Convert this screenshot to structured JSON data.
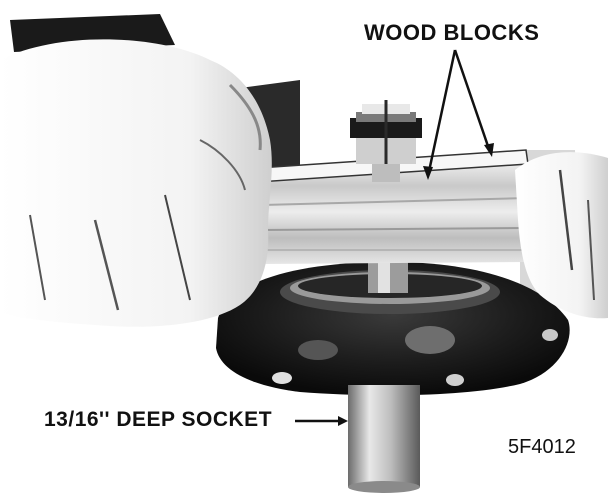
{
  "callouts": {
    "wood_blocks": "WOOD BLOCKS",
    "deep_socket": "13/16'' DEEP SOCKET"
  },
  "figure_code": "5F4012",
  "colors": {
    "background": "#ffffff",
    "ink": "#111111",
    "dark_tone": "#1a1a1a",
    "mid_tone": "#8c8c8c",
    "light_tone": "#d9d9d9"
  }
}
